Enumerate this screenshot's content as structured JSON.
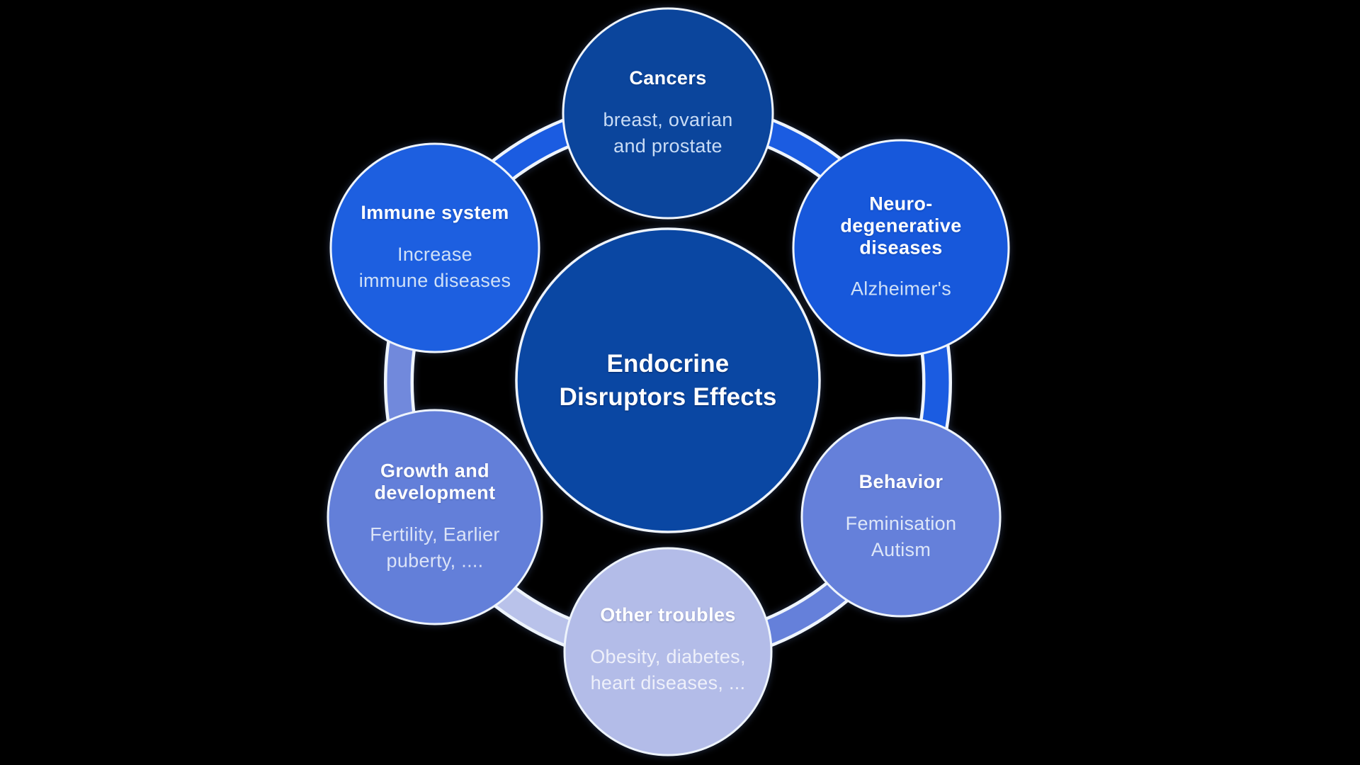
{
  "page": {
    "background": "#000000"
  },
  "diagram": {
    "title": "Endocrine Disruptors Effects",
    "outline_color": "#eef4fc",
    "center": {
      "title": "Endocrine\nDisruptors Effects",
      "color": "#0a47a3",
      "title_color": "#ffffff"
    },
    "nodes": [
      {
        "id": "cancers",
        "position": "top",
        "title": "Cancers",
        "subtitle": "breast, ovarian\nand prostate",
        "color": "#0b459c",
        "title_color": "#ffffff",
        "subtitle_color": "#c9dcf5"
      },
      {
        "id": "neurodegenerative-diseases",
        "position": "upper-right",
        "title": "Neuro-\ndegenerative\ndiseases",
        "subtitle": "Alzheimer's",
        "color": "#1758db",
        "title_color": "#ffffff",
        "subtitle_color": "#cfe0f7"
      },
      {
        "id": "behavior",
        "position": "lower-right",
        "title": "Behavior",
        "subtitle": "Feminisation\nAutism",
        "color": "#6580da",
        "title_color": "#ffffff",
        "subtitle_color": "#dde6f8"
      },
      {
        "id": "other-troubles",
        "position": "bottom",
        "title": "Other troubles",
        "subtitle": "Obesity, diabetes,\nheart diseases, ...",
        "color": "#b3bce8",
        "title_color": "#ffffff",
        "subtitle_color": "#eef0fa"
      },
      {
        "id": "growth-and-development",
        "position": "lower-left",
        "title": "Growth and\ndevelopment",
        "subtitle": "Fertility,  Earlier\npuberty, ....",
        "color": "#637fd9",
        "title_color": "#ffffff",
        "subtitle_color": "#dbe3f7"
      },
      {
        "id": "immune-system",
        "position": "upper-left",
        "title": "Immune system",
        "subtitle": "Increase\nimmune diseases",
        "color": "#1d5fe0",
        "title_color": "#ffffff",
        "subtitle_color": "#cfe0f7"
      }
    ],
    "connectors": [
      {
        "from": "cancers",
        "to": "neurodegenerative-diseases",
        "color": "#1b5ce1"
      },
      {
        "from": "neurodegenerative-diseases",
        "to": "behavior",
        "color": "#1b5ce1"
      },
      {
        "from": "behavior",
        "to": "other-troubles",
        "color": "#6580da"
      },
      {
        "from": "other-troubles",
        "to": "growth-and-development",
        "color": "#b9c2ea"
      },
      {
        "from": "growth-and-development",
        "to": "immune-system",
        "color": "#7189dc"
      },
      {
        "from": "immune-system",
        "to": "cancers",
        "color": "#1b5ce1"
      }
    ]
  }
}
